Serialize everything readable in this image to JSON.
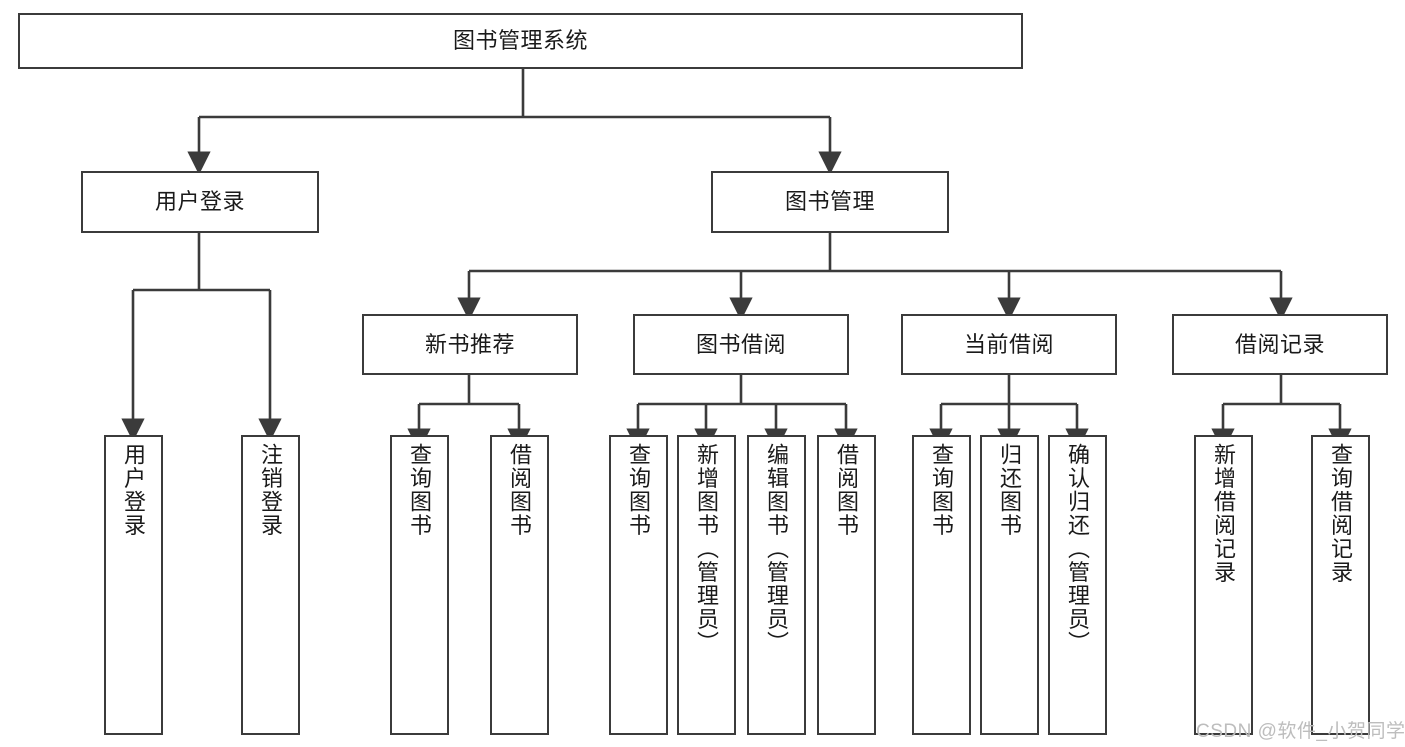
{
  "diagram": {
    "title": "图书管理系统",
    "type": "功能结构图",
    "colors": {
      "stroke": "#3b3b3b",
      "text": "#1a1a1a",
      "background": "#ffffff",
      "watermark": "#bdbdbd"
    },
    "watermark": "CSDN @软件_小贺同学",
    "nodes": {
      "root": {
        "label": "图书管理系统",
        "level": 0
      },
      "user_login": {
        "label": "用户登录",
        "level": 1
      },
      "book_manage": {
        "label": "图书管理",
        "level": 1
      },
      "new_book_rec": {
        "label": "新书推荐",
        "level": 2
      },
      "book_borrow": {
        "label": "图书借阅",
        "level": 2
      },
      "current_borrow": {
        "label": "当前借阅",
        "level": 2
      },
      "borrow_record": {
        "label": "借阅记录",
        "level": 2
      },
      "leaf_user_login": {
        "label": "用户登录",
        "level": 3
      },
      "leaf_logout": {
        "label": "注销登录",
        "level": 3
      },
      "leaf_rec_query": {
        "label": "查询图书",
        "level": 3
      },
      "leaf_rec_borrow": {
        "label": "借阅图书",
        "level": 3
      },
      "leaf_borrow_query": {
        "label": "查询图书",
        "level": 3
      },
      "leaf_add_book": {
        "label": "新增图书（管理员）",
        "level": 3
      },
      "leaf_edit_book": {
        "label": "编辑图书（管理员）",
        "level": 3
      },
      "leaf_borrow_book": {
        "label": "借阅图书",
        "level": 3
      },
      "leaf_cur_query": {
        "label": "查询图书",
        "level": 3
      },
      "leaf_return_book": {
        "label": "归还图书",
        "level": 3
      },
      "leaf_confirm_return": {
        "label": "确认归还（管理员）",
        "level": 3
      },
      "leaf_add_record": {
        "label": "新增借阅记录",
        "level": 3
      },
      "leaf_query_record": {
        "label": "查询借阅记录",
        "level": 3
      }
    },
    "edges": [
      {
        "from": "root",
        "to": "user_login"
      },
      {
        "from": "root",
        "to": "book_manage"
      },
      {
        "from": "user_login",
        "to": "leaf_user_login"
      },
      {
        "from": "user_login",
        "to": "leaf_logout"
      },
      {
        "from": "book_manage",
        "to": "new_book_rec"
      },
      {
        "from": "book_manage",
        "to": "book_borrow"
      },
      {
        "from": "book_manage",
        "to": "current_borrow"
      },
      {
        "from": "book_manage",
        "to": "borrow_record"
      },
      {
        "from": "new_book_rec",
        "to": "leaf_rec_query"
      },
      {
        "from": "new_book_rec",
        "to": "leaf_rec_borrow"
      },
      {
        "from": "book_borrow",
        "to": "leaf_borrow_query"
      },
      {
        "from": "book_borrow",
        "to": "leaf_add_book"
      },
      {
        "from": "book_borrow",
        "to": "leaf_edit_book"
      },
      {
        "from": "book_borrow",
        "to": "leaf_borrow_book"
      },
      {
        "from": "current_borrow",
        "to": "leaf_cur_query"
      },
      {
        "from": "current_borrow",
        "to": "leaf_return_book"
      },
      {
        "from": "current_borrow",
        "to": "leaf_confirm_return"
      },
      {
        "from": "borrow_record",
        "to": "leaf_add_record"
      },
      {
        "from": "borrow_record",
        "to": "leaf_query_record"
      }
    ]
  }
}
